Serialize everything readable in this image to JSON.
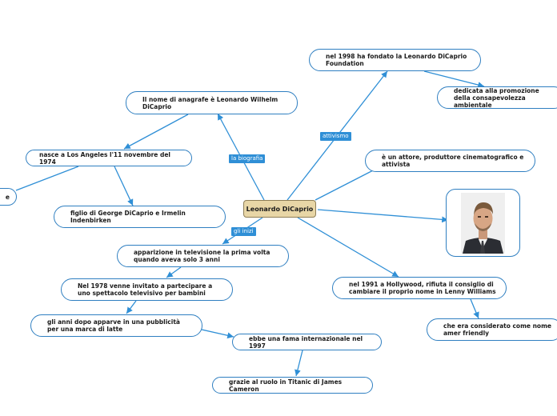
{
  "center": {
    "label": "Leonardo DiCaprio"
  },
  "edge_labels": {
    "biografia": "la biografia",
    "attivismo": "attivismo",
    "inizi": "gli inizi"
  },
  "nodes": {
    "nome_anagrafe": "Il nome di anagrafe è Leonardo Wilhelm DiCaprio",
    "nascita": "nasce a Los Angeles l'11 novembre del 1974",
    "offscreen_left": "e",
    "figlio": "figlio di George DiCaprio e Irmelin Indenbirken",
    "fondazione": "nel 1998 ha fondato la Leonardo DiCaprio Foundation",
    "promozione": "dedicata alla promozione della consapevolezza ambientale",
    "attore": "è un attore, produttore cinematografico e attivista",
    "hollywood": "nel 1991 a Hollywood, rifiuta il consiglio di cambiare il proprio nome in Lenny Williams",
    "considerato": "che era considerato come nome amer friendly",
    "apparizione": "apparizione in televisione la prima volta quando aveva solo 3 anni",
    "invitato": "Nel 1978 venne invitato a partecipare a uno spettacolo televisivo per bambini",
    "pubblicita": "gli anni dopo apparve in una pubblicità per una marca di latte",
    "fama": "ebbe una fama internazionale nel 1997",
    "titanic": "grazie al ruolo in Titanic di James Cameron"
  },
  "colors": {
    "edge": "#2f8fd6",
    "node_border": "#2f7fc1",
    "center_fill": "#e8d6a6"
  },
  "image": {
    "icon": "portrait-photo"
  }
}
